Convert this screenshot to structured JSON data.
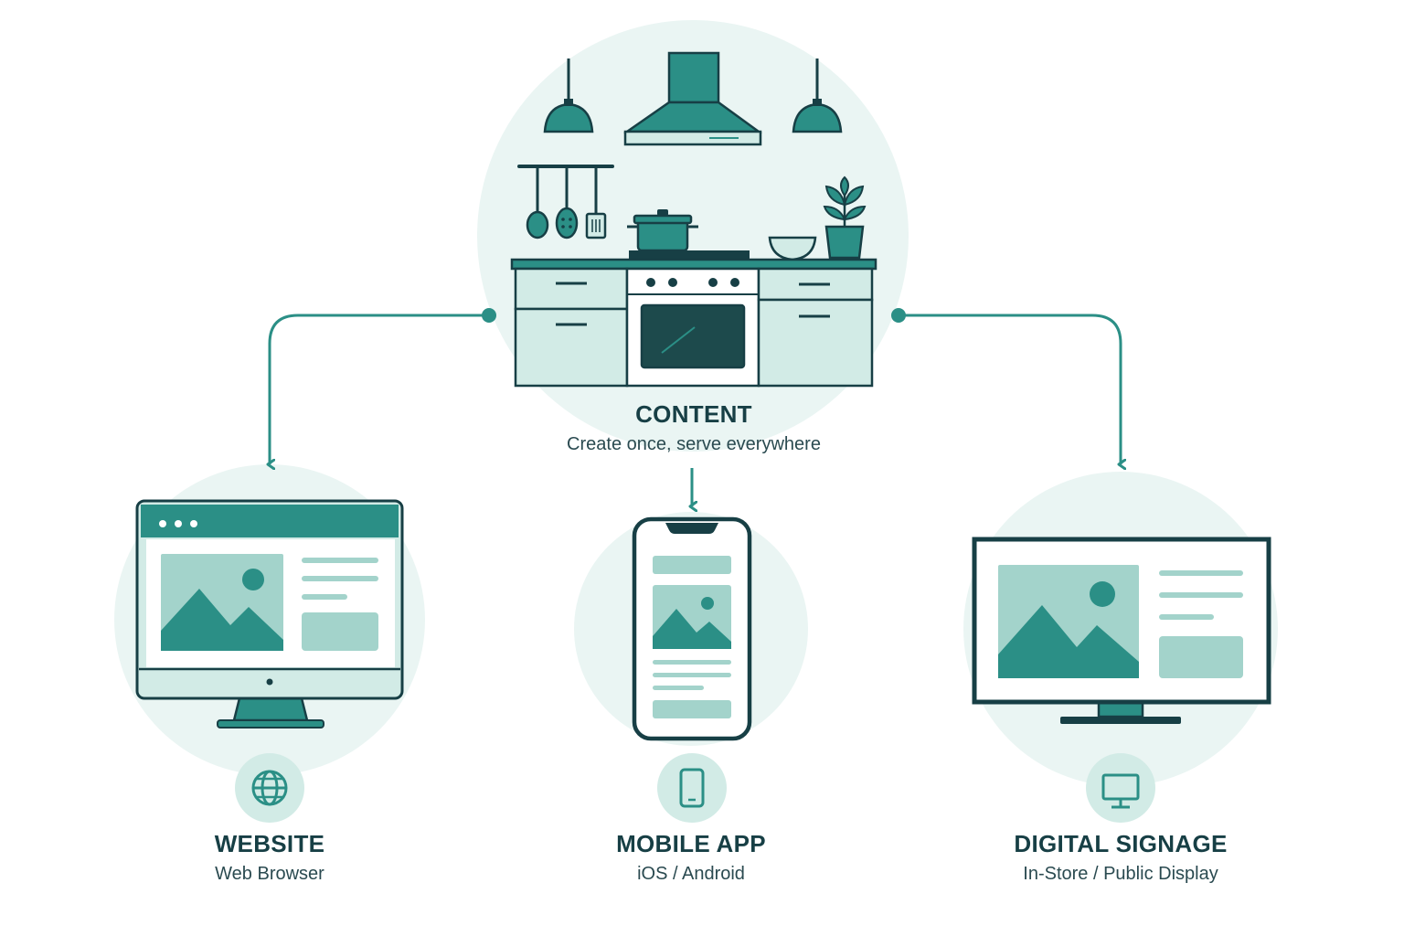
{
  "colors": {
    "primary": "#2b8f86",
    "dark": "#1d5e58",
    "ink": "#173f45",
    "light": "#c6e5e0",
    "pale": "#eaf5f3",
    "panel": "#d2ebe6",
    "white": "#ffffff"
  },
  "content": {
    "title": "CONTENT",
    "subtitle": "Create once, serve everywhere"
  },
  "channels": [
    {
      "title": "WEBSITE",
      "subtitle": "Web Browser",
      "icon": "globe-icon"
    },
    {
      "title": "MOBILE APP",
      "subtitle": "iOS / Android",
      "icon": "phone-icon"
    },
    {
      "title": "DIGITAL SIGNAGE",
      "subtitle": "In-Store / Public Display",
      "icon": "monitor-icon"
    }
  ]
}
